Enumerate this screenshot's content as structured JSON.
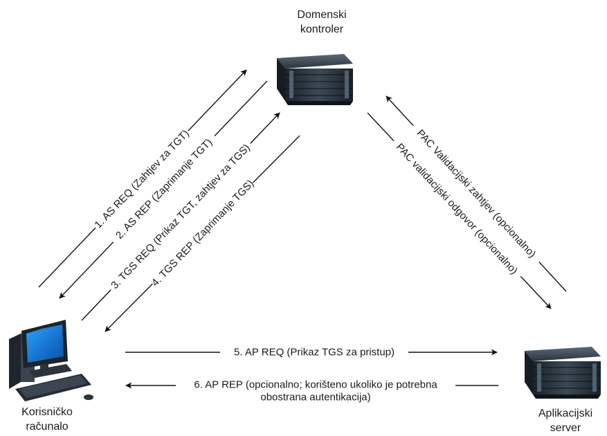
{
  "nodes": {
    "domain_controller": {
      "line1": "Domenski",
      "line2": "kontroler"
    },
    "client_computer": {
      "line1": "Korisničko",
      "line2": "računalo"
    },
    "app_server": {
      "line1": "Aplikacijski",
      "line2": "server"
    }
  },
  "messages": {
    "m1": "1. AS REQ (Zahtjev za TGT)",
    "m2": "2. AS REP (Zaprimanje TGT)",
    "m3": "3. TGS REQ (Prikaz TGT, zahtjev za TGS)",
    "m4": "4. TGS REP (Zaprimanje TGS)",
    "m5": "5. AP REQ (Prikaz TGS za pristup)",
    "m6_line1": "6. AP REP (opcionalno; korišteno ukoliko je potrebna",
    "m6_line2": "obostrana autentikacija)",
    "pac_req": "PAC Validacijski zahtjev (opcionalno)",
    "pac_rep": "PAC validacijski odgovor (opcionalno)"
  }
}
